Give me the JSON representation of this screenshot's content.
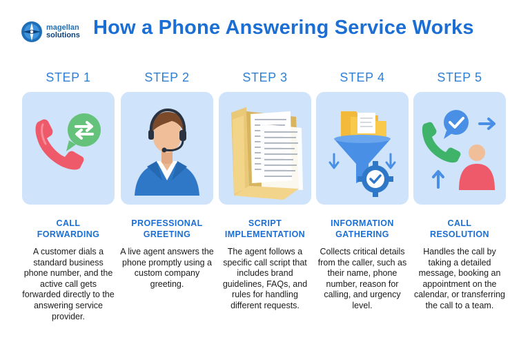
{
  "brand": {
    "name_line1": "magellan",
    "name_line2": "solutions"
  },
  "title": "How a Phone Answering Service Works",
  "steps": [
    {
      "label": "STEP 1",
      "title_line1": "CALL",
      "title_line2": "FORWARDING",
      "description": "A customer dials a standard business phone number, and the active call gets forwarded directly to the answering service provider.",
      "icon": "phone-forward-icon"
    },
    {
      "label": "STEP 2",
      "title_line1": "PROFESSIONAL",
      "title_line2": "GREETING",
      "description": "A live agent answers the phone promptly using a custom company greeting.",
      "icon": "agent-headset-icon"
    },
    {
      "label": "STEP 3",
      "title_line1": "SCRIPT",
      "title_line2": "IMPLEMENTATION",
      "description": "The agent follows a specific call script that includes brand guidelines, FAQs, and rules for handling different requests.",
      "icon": "script-folder-icon"
    },
    {
      "label": "STEP 4",
      "title_line1": "INFORMATION",
      "title_line2": "GATHERING",
      "description": "Collects critical details from the caller, such as their name, phone number, reason for calling, and urgency level.",
      "icon": "funnel-gear-icon"
    },
    {
      "label": "STEP 5",
      "title_line1": "CALL",
      "title_line2": "RESOLUTION",
      "description": "Handles the call by taking a detailed message, booking an appointment on the calendar, or transferring the call to a team.",
      "icon": "call-resolution-icon"
    }
  ],
  "colors": {
    "title_blue": "#1b6fd4",
    "card_bg": "#cfe3fb",
    "phone_red": "#ef5a6a",
    "bubble_green": "#65c27a",
    "phone_green": "#3fb36a",
    "accent_blue": "#4a8fe6"
  }
}
